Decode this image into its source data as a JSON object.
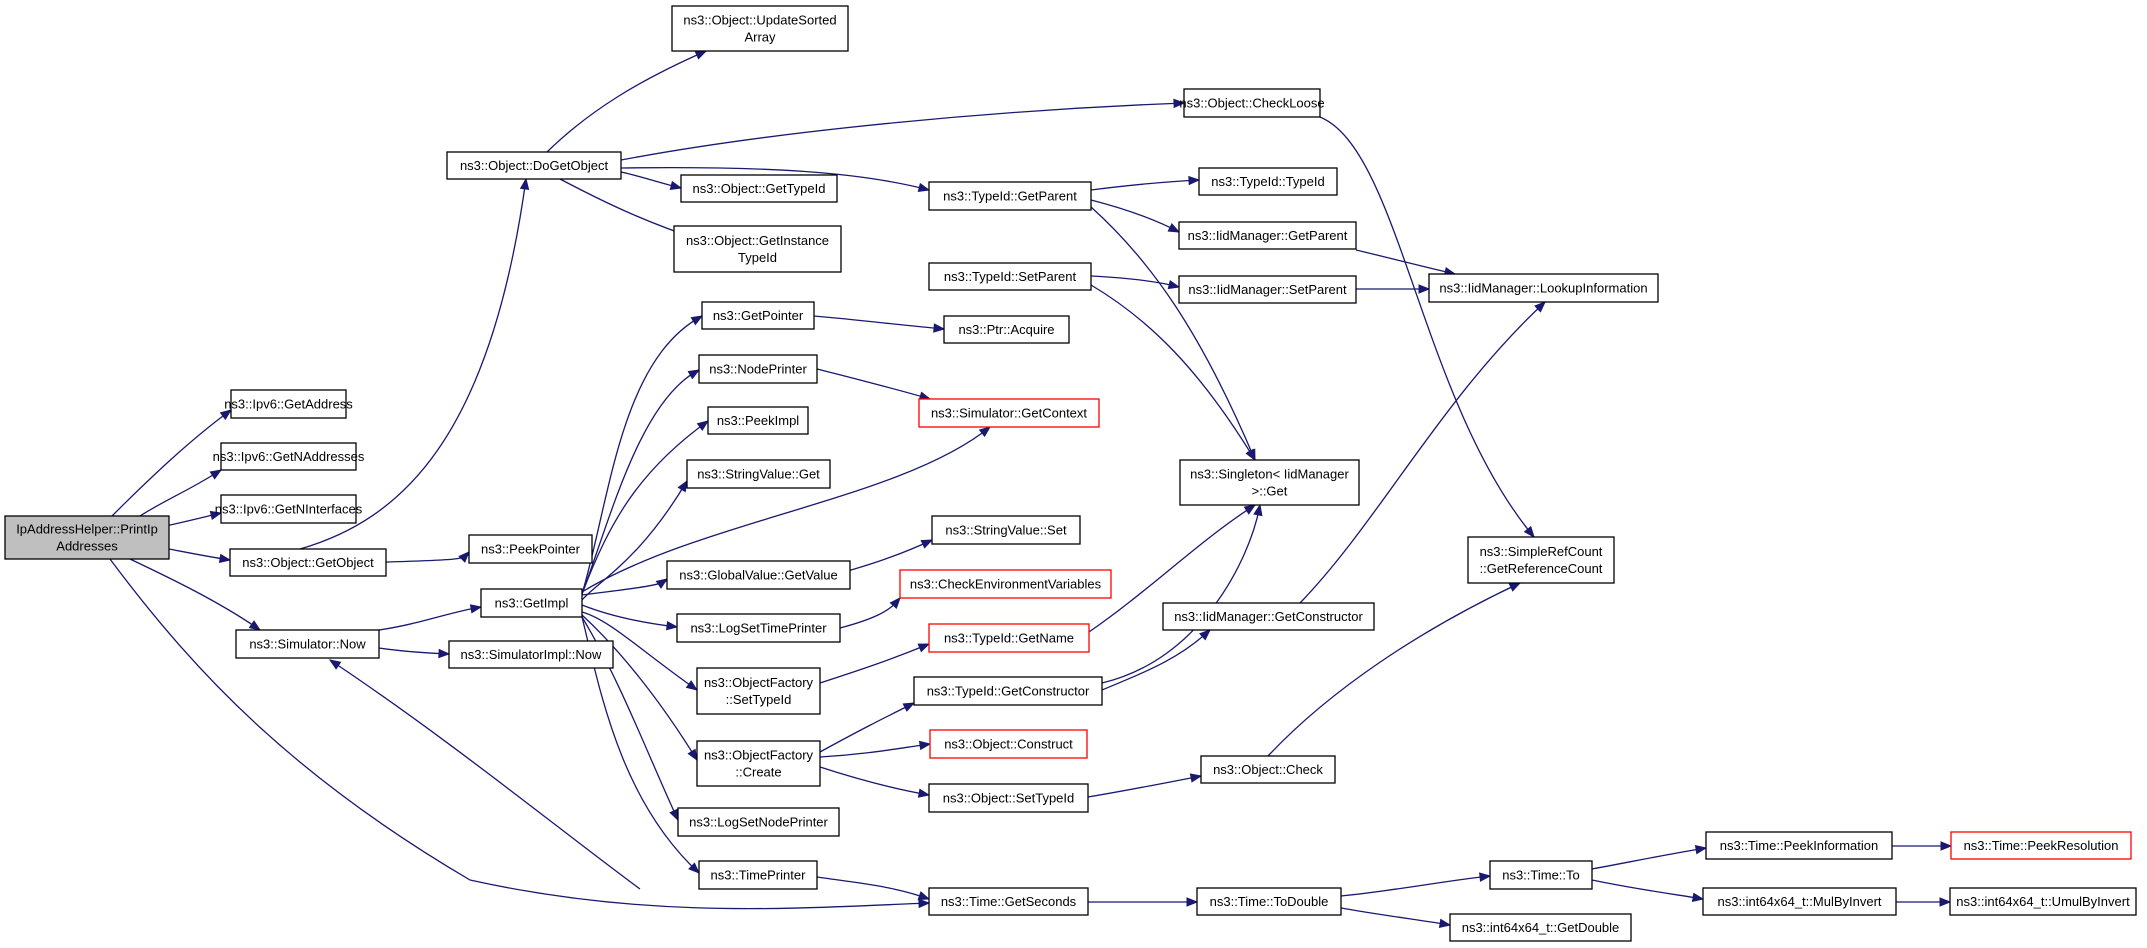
{
  "colors": {
    "edge": "#191970",
    "truncated_border": "#ff0000",
    "root_fill": "#bfbfbf",
    "node_border": "#000000"
  },
  "nodes": [
    {
      "id": "root",
      "lines": [
        "IpAddressHelper::PrintIp",
        "Addresses"
      ],
      "style": "root"
    },
    {
      "id": "n1",
      "lines": [
        "ns3::Ipv6::GetAddress"
      ]
    },
    {
      "id": "n2",
      "lines": [
        "ns3::Ipv6::GetNAddresses"
      ]
    },
    {
      "id": "n3",
      "lines": [
        "ns3::Ipv6::GetNInterfaces"
      ]
    },
    {
      "id": "n4",
      "lines": [
        "ns3::Object::GetObject"
      ]
    },
    {
      "id": "n5",
      "lines": [
        "ns3::Simulator::Now"
      ]
    },
    {
      "id": "n6",
      "lines": [
        "ns3::Object::DoGetObject"
      ]
    },
    {
      "id": "n7",
      "lines": [
        "ns3::PeekPointer"
      ]
    },
    {
      "id": "n8",
      "lines": [
        "ns3::GetImpl"
      ]
    },
    {
      "id": "n9",
      "lines": [
        "ns3::SimulatorImpl::Now"
      ]
    },
    {
      "id": "n10",
      "lines": [
        "ns3::Object::UpdateSorted",
        "Array"
      ]
    },
    {
      "id": "n11",
      "lines": [
        "ns3::Object::GetTypeId"
      ]
    },
    {
      "id": "n12",
      "lines": [
        "ns3::Object::GetInstance",
        "TypeId"
      ]
    },
    {
      "id": "n13",
      "lines": [
        "ns3::GetPointer"
      ]
    },
    {
      "id": "n14",
      "lines": [
        "ns3::NodePrinter"
      ]
    },
    {
      "id": "n15",
      "lines": [
        "ns3::PeekImpl"
      ]
    },
    {
      "id": "n16",
      "lines": [
        "ns3::StringValue::Get"
      ]
    },
    {
      "id": "n17",
      "lines": [
        "ns3::GlobalValue::GetValue"
      ]
    },
    {
      "id": "n18",
      "lines": [
        "ns3::LogSetTimePrinter"
      ]
    },
    {
      "id": "n19",
      "lines": [
        "ns3::ObjectFactory",
        "::SetTypeId"
      ]
    },
    {
      "id": "n20",
      "lines": [
        "ns3::ObjectFactory",
        "::Create"
      ]
    },
    {
      "id": "n21",
      "lines": [
        "ns3::LogSetNodePrinter"
      ]
    },
    {
      "id": "n22",
      "lines": [
        "ns3::TimePrinter"
      ]
    },
    {
      "id": "n23",
      "lines": [
        "ns3::Object::CheckLoose"
      ]
    },
    {
      "id": "n24",
      "lines": [
        "ns3::TypeId::GetParent"
      ]
    },
    {
      "id": "n25",
      "lines": [
        "ns3::TypeId::SetParent"
      ]
    },
    {
      "id": "n26",
      "lines": [
        "ns3::Ptr::Acquire"
      ]
    },
    {
      "id": "n27",
      "lines": [
        "ns3::Simulator::GetContext"
      ],
      "style": "truncated"
    },
    {
      "id": "n28",
      "lines": [
        "ns3::StringValue::Set"
      ]
    },
    {
      "id": "n29",
      "lines": [
        "ns3::CheckEnvironmentVariables"
      ],
      "style": "truncated"
    },
    {
      "id": "n30",
      "lines": [
        "ns3::TypeId::GetName"
      ],
      "style": "truncated"
    },
    {
      "id": "n31",
      "lines": [
        "ns3::TypeId::GetConstructor"
      ]
    },
    {
      "id": "n32",
      "lines": [
        "ns3::Object::Construct"
      ],
      "style": "truncated"
    },
    {
      "id": "n33",
      "lines": [
        "ns3::Object::SetTypeId"
      ]
    },
    {
      "id": "n34",
      "lines": [
        "ns3::Time::GetSeconds"
      ]
    },
    {
      "id": "n35",
      "lines": [
        "ns3::TypeId::TypeId"
      ]
    },
    {
      "id": "n36",
      "lines": [
        "ns3::IidManager::GetParent"
      ]
    },
    {
      "id": "n37",
      "lines": [
        "ns3::IidManager::SetParent"
      ]
    },
    {
      "id": "n38",
      "lines": [
        "ns3::Singleton< IidManager",
        " >::Get"
      ]
    },
    {
      "id": "n39",
      "lines": [
        "ns3::IidManager::GetConstructor"
      ]
    },
    {
      "id": "n40",
      "lines": [
        "ns3::Object::Check"
      ]
    },
    {
      "id": "n41",
      "lines": [
        "ns3::Time::ToDouble"
      ]
    },
    {
      "id": "n42",
      "lines": [
        "ns3::IidManager::LookupInformation"
      ]
    },
    {
      "id": "n43",
      "lines": [
        "ns3::SimpleRefCount",
        "::GetReferenceCount"
      ]
    },
    {
      "id": "n44",
      "lines": [
        "ns3::Time::To"
      ]
    },
    {
      "id": "n45",
      "lines": [
        "ns3::int64x64_t::GetDouble"
      ]
    },
    {
      "id": "n46",
      "lines": [
        "ns3::Time::PeekInformation"
      ]
    },
    {
      "id": "n47",
      "lines": [
        "ns3::int64x64_t::MulByInvert"
      ]
    },
    {
      "id": "n48",
      "lines": [
        "ns3::Time::PeekResolution"
      ],
      "style": "truncated"
    },
    {
      "id": "n49",
      "lines": [
        "ns3::int64x64_t::UmulByInvert"
      ]
    }
  ]
}
